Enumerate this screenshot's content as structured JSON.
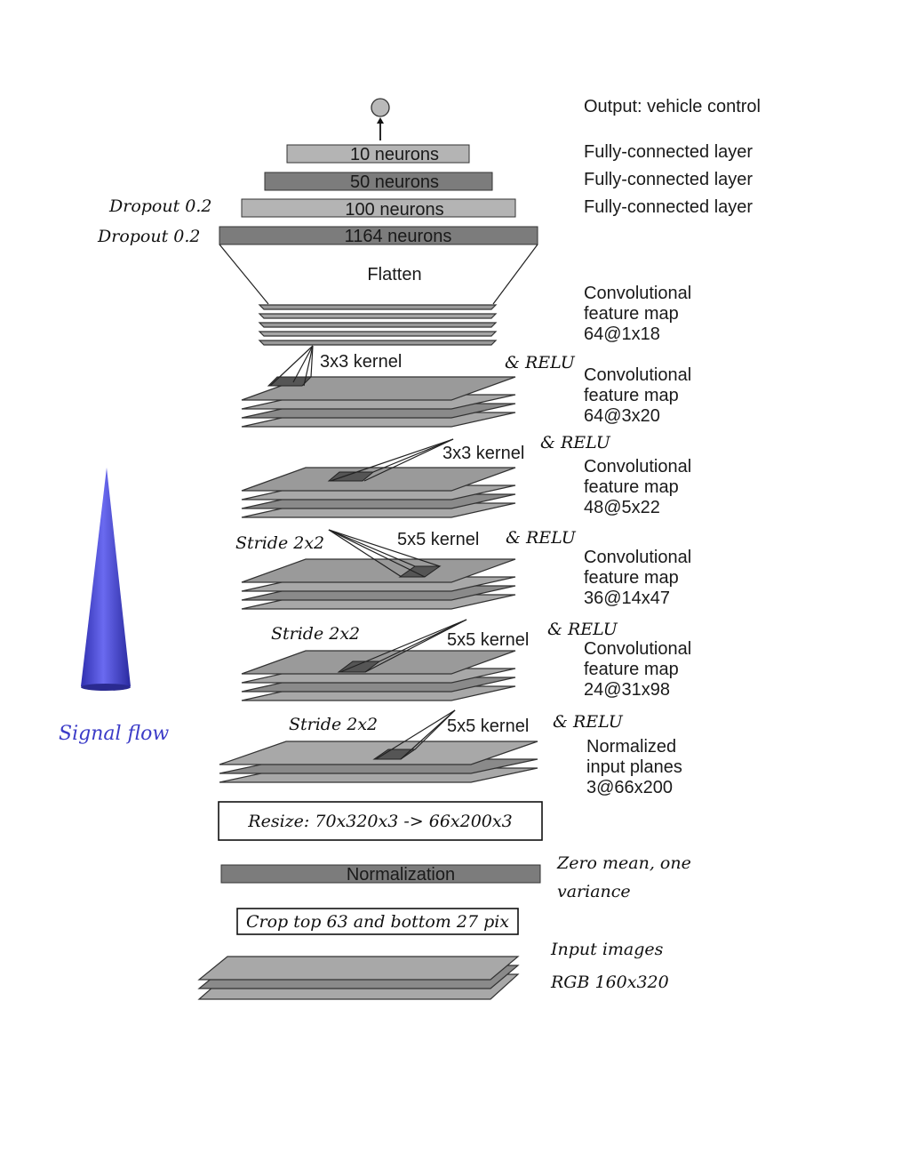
{
  "output_label": "Output: vehicle control",
  "layers": {
    "fc10": {
      "box": "10 neurons",
      "side": "Fully-connected layer"
    },
    "fc50": {
      "box": "50 neurons",
      "side": "Fully-connected layer"
    },
    "fc100": {
      "box": "100 neurons",
      "side": "Fully-connected layer",
      "note": "Dropout 0.2"
    },
    "fc1164": {
      "box": "1164 neurons",
      "note": "Dropout 0.2"
    },
    "flatten": "Flatten"
  },
  "conv_maps": [
    {
      "l1": "Convolutional",
      "l2": "feature map",
      "l3": "64@1x18"
    },
    {
      "l1": "Convolutional",
      "l2": "feature map",
      "l3": "64@3x20"
    },
    {
      "l1": "Convolutional",
      "l2": "feature map",
      "l3": "48@5x22"
    },
    {
      "l1": "Convolutional",
      "l2": "feature map",
      "l3": "36@14x47"
    },
    {
      "l1": "Convolutional",
      "l2": "feature map",
      "l3": "24@31x98"
    }
  ],
  "kernels": [
    "3x3 kernel",
    "3x3 kernel",
    "5x5 kernel",
    "5x5 kernel",
    "5x5 kernel"
  ],
  "relu": "& RELU",
  "stride": "Stride 2x2",
  "normalized_planes": {
    "l1": "Normalized",
    "l2": "input planes",
    "l3": "3@66x200"
  },
  "resize_box": "Resize: 70x320x3 -> 66x200x3",
  "normalization_box": "Normalization",
  "normalization_note": {
    "l1": "Zero mean, one",
    "l2": "variance"
  },
  "crop_box": "Crop top 63 and bottom 27 pix",
  "input_images": {
    "l1": "Input images",
    "l2": "RGB 160x320"
  },
  "signal_flow": "Signal flow",
  "colors": {
    "light_gray": "#b4b4b4",
    "dark_gray": "#7c7c7c",
    "plane_gray": "#9a9a9a",
    "arrow_blue": "#4a4adf"
  }
}
